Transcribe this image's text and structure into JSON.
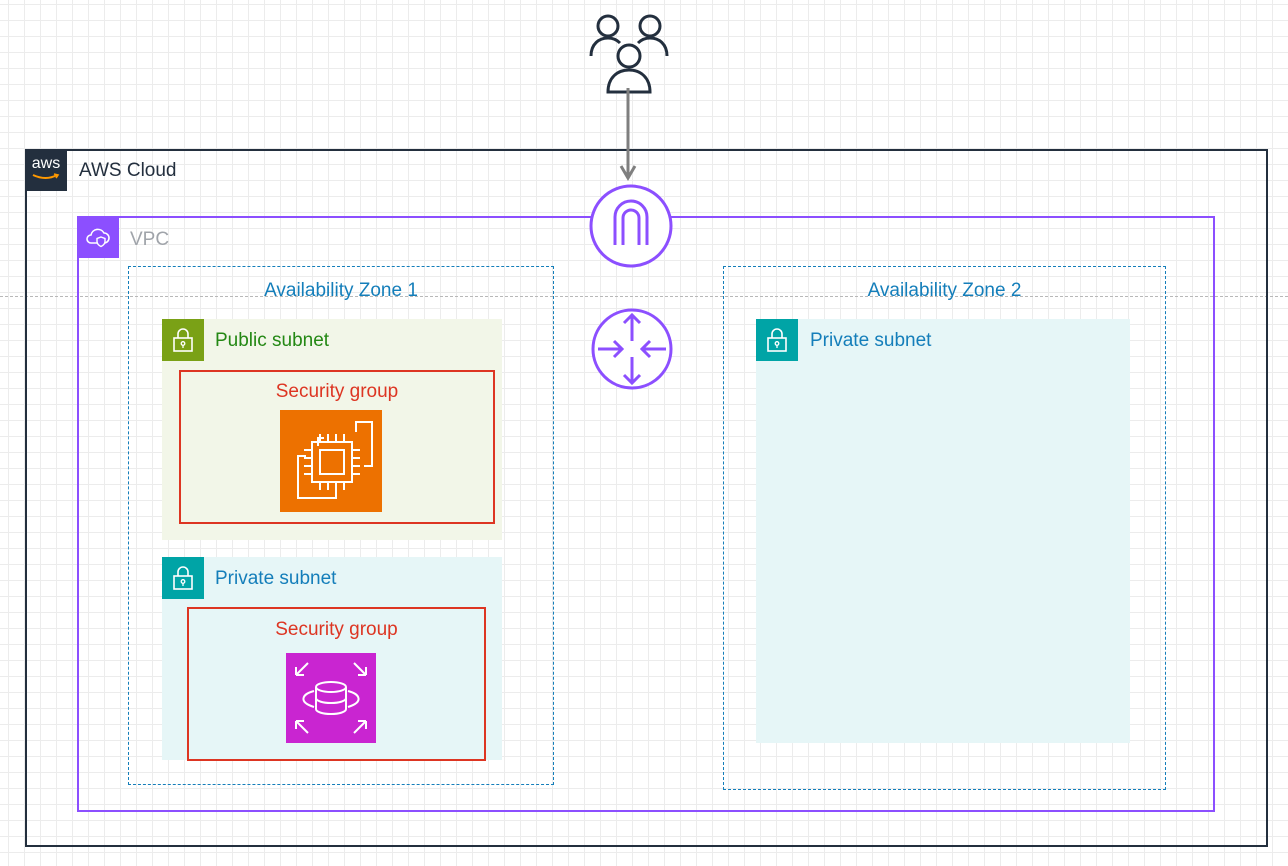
{
  "diagram": {
    "users": {
      "icon": "users-icon"
    },
    "aws_cloud": {
      "label": "AWS Cloud",
      "logo_text": "aws",
      "border_color": "#232f3e"
    },
    "vpc": {
      "label": "VPC",
      "border_color": "#8c4fff"
    },
    "internet_gateway": {
      "icon": "internet-gateway-icon",
      "color": "#8c4fff"
    },
    "router": {
      "icon": "router-icon",
      "color": "#8c4fff"
    },
    "az1": {
      "label": "Availability Zone 1",
      "public_subnet": {
        "label": "Public subnet",
        "color": "#7aa116",
        "security_group": {
          "label": "Security group",
          "resource_icon": "ec2-instance-icon",
          "resource_color": "#ed7100"
        }
      },
      "private_subnet": {
        "label": "Private subnet",
        "color": "#00a4a6",
        "security_group": {
          "label": "Security group",
          "resource_icon": "rds-database-icon",
          "resource_color": "#c925d1"
        }
      }
    },
    "az2": {
      "label": "Availability Zone 2",
      "private_subnet": {
        "label": "Private subnet",
        "color": "#00a4a6"
      }
    }
  }
}
